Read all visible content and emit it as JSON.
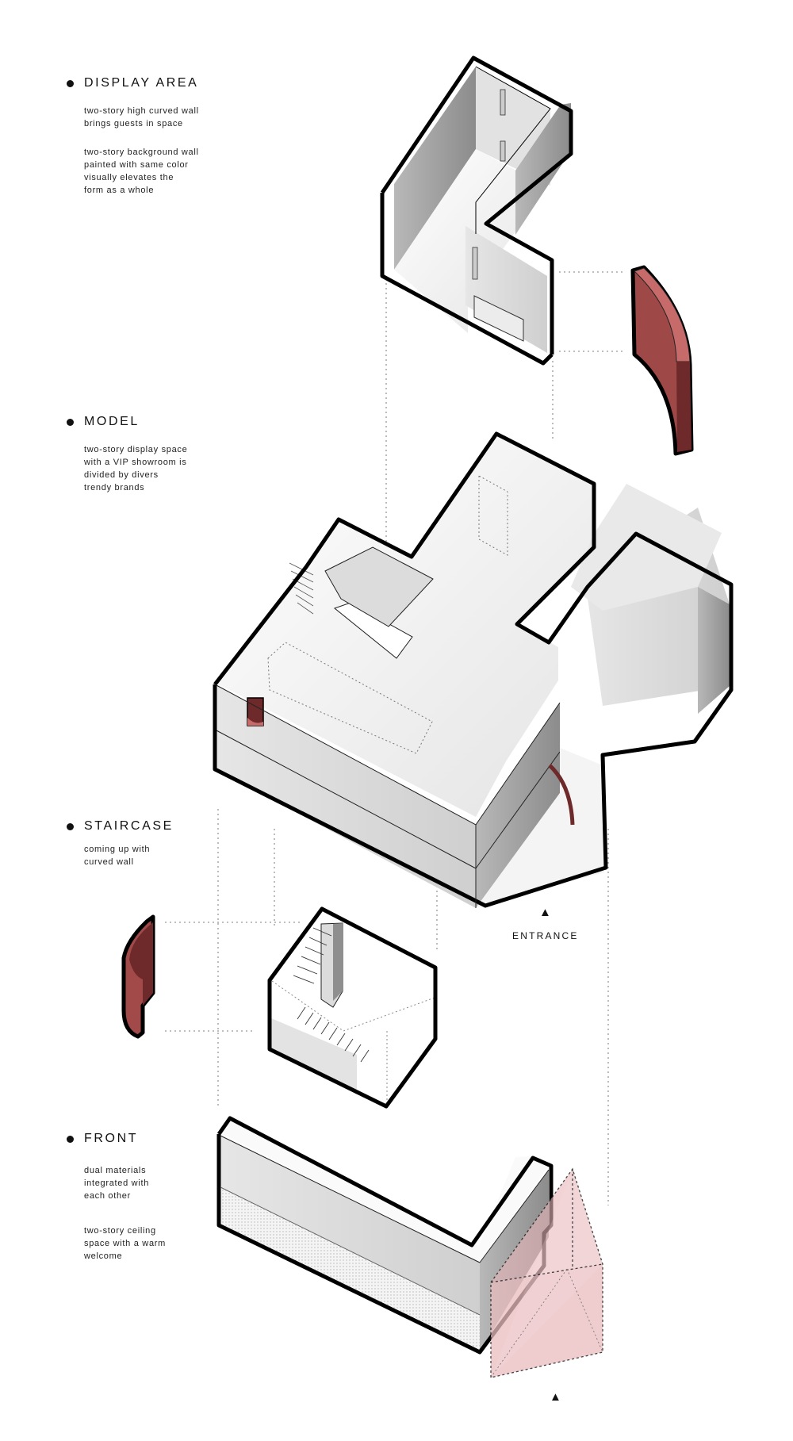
{
  "sections": [
    {
      "title": "DISPLAY AREA",
      "paragraphs": [
        "two-story high curved wall\nbrings guests in space",
        "two-story background wall\npainted with same color\nvisually elevates the\nform as a whole"
      ]
    },
    {
      "title": "MODEL",
      "paragraphs": [
        "two-story display space\nwith a VIP showroom is\ndivided by divers\ntrendy brands"
      ]
    },
    {
      "title": "STAIRCASE",
      "paragraphs": [
        "coming up with\ncurved wall"
      ]
    },
    {
      "title": "FRONT",
      "paragraphs": [
        "dual materials\nintegrated with\neach other",
        "two-story ceiling\nspace with a warm\nwelcome"
      ]
    }
  ],
  "annotations": {
    "entrance_label": "ENTRANCE",
    "entrance_marker": "▲",
    "front_marker": "▲"
  },
  "colors": {
    "accent_red": "#a24a4a",
    "accent_red_dark": "#6e2a2a",
    "accent_red_light": "#c66a6a",
    "glass_pink": "#e6b7ba",
    "outline": "#000000",
    "wall_light": "#f2f2f2",
    "wall_mid": "#d6d6d6",
    "wall_dark": "#9a9a9a"
  }
}
